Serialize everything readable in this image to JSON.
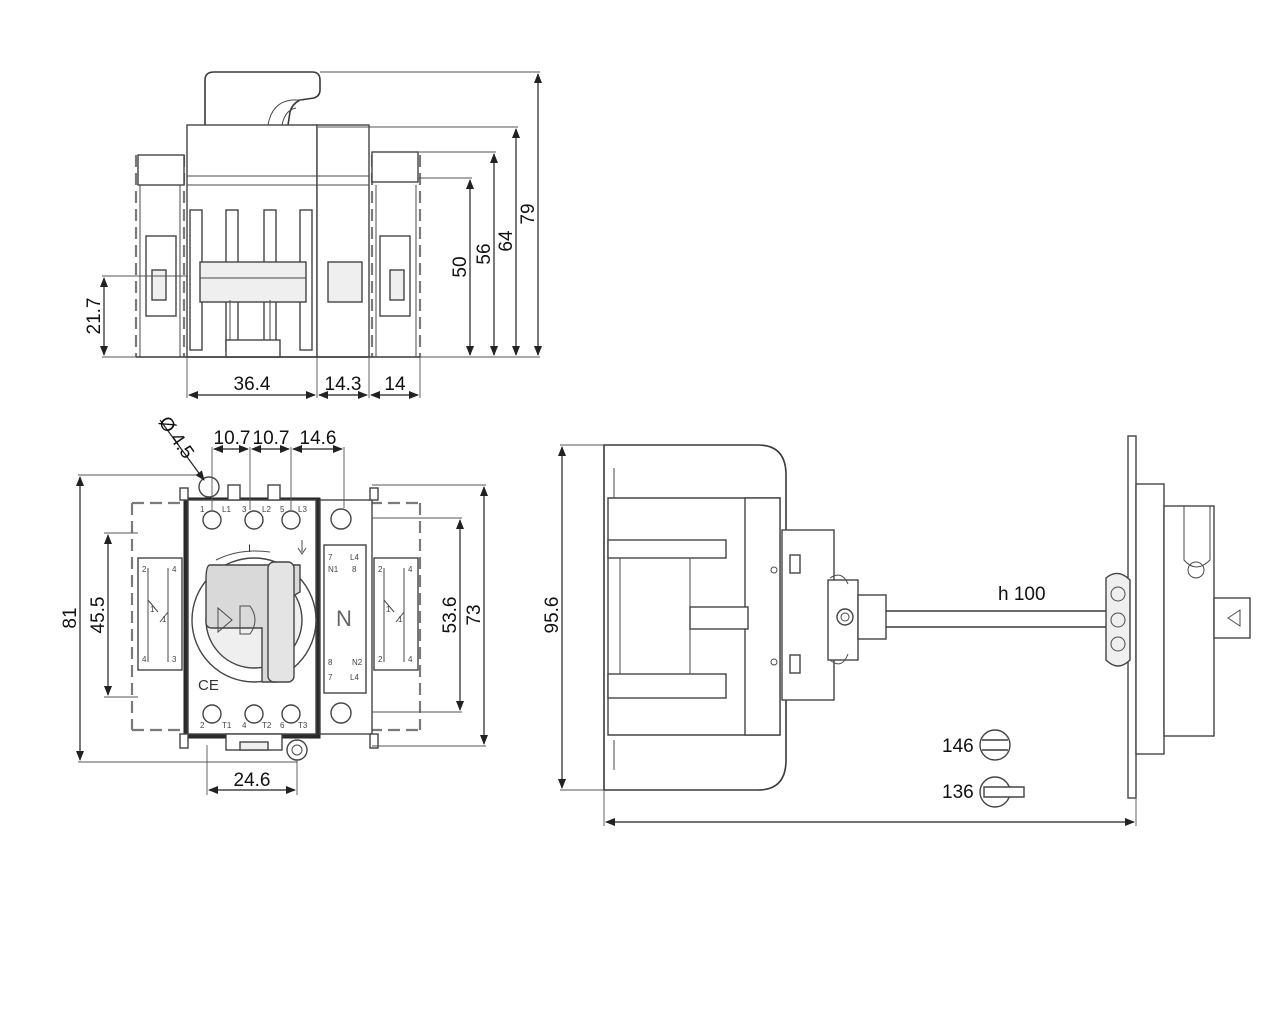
{
  "top_view": {
    "dims": {
      "w1": "36.4",
      "w2": "14.3",
      "w3": "14",
      "h1": "21.7",
      "h2": "50",
      "h3": "56",
      "h4": "64",
      "h5": "79"
    }
  },
  "front_view": {
    "dims": {
      "hole": "Ø 4.5",
      "p1": "10.7",
      "p2": "10.7",
      "p3": "14.6",
      "h_outer": "81",
      "h_inner": "45.5",
      "h_mid": "53.6",
      "h_right": "73",
      "bottom": "24.6"
    },
    "switch_labels": {
      "on": "I",
      "neutral": "N",
      "ce": "CE"
    },
    "terminals_top": [
      "1",
      "L1",
      "3",
      "L2",
      "5",
      "L3"
    ],
    "terminals_bottom": [
      "2",
      "T1",
      "4",
      "T2",
      "6",
      "T3"
    ],
    "terminals_n_top": [
      "7",
      "L4",
      "N1",
      "8"
    ],
    "terminals_n_bottom": [
      "8",
      "N2",
      "7",
      "L4"
    ],
    "aux_contacts": [
      "2",
      "4",
      "1",
      "1",
      "4",
      "3"
    ]
  },
  "side_view": {
    "dims": {
      "height": "95.6",
      "shaft": "h 100"
    },
    "handles": [
      {
        "label": "146"
      },
      {
        "label": "136"
      }
    ]
  }
}
